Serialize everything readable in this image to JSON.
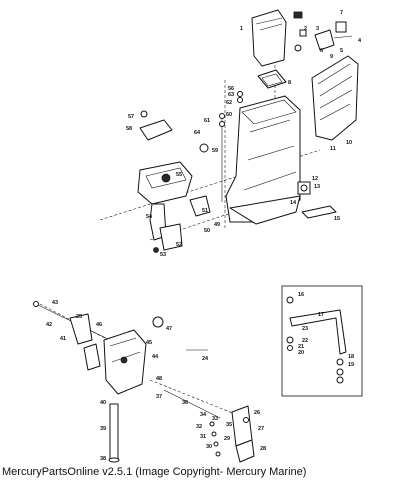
{
  "caption": "MercuryPartsOnline v2.5.1 (Image Copyright- Mercury Marine)",
  "callouts": [
    "1",
    "2",
    "3",
    "4",
    "5",
    "6",
    "7",
    "8",
    "9",
    "10",
    "11",
    "12",
    "13",
    "14",
    "15",
    "16",
    "17",
    "18",
    "19",
    "20",
    "21",
    "22",
    "23",
    "24",
    "25",
    "26",
    "27",
    "28",
    "29",
    "30",
    "31",
    "32",
    "33",
    "34",
    "35",
    "36",
    "37",
    "38",
    "39",
    "40",
    "41",
    "42",
    "43",
    "44",
    "45",
    "46",
    "47",
    "48",
    "49",
    "50",
    "51",
    "52",
    "53",
    "54",
    "55",
    "56",
    "57",
    "58",
    "59",
    "60",
    "61",
    "62",
    "63",
    "64"
  ]
}
